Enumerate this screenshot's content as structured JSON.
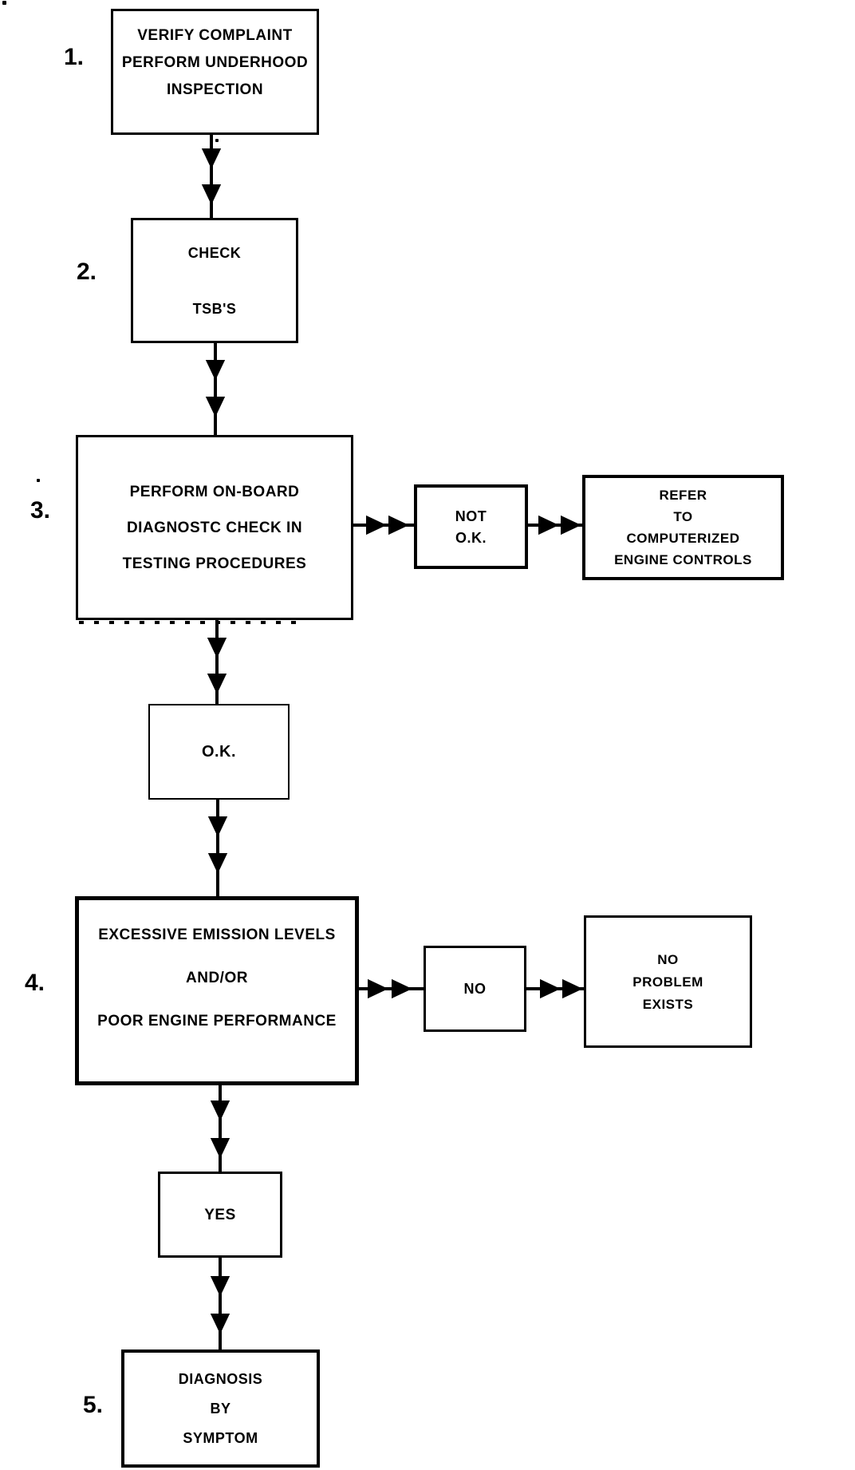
{
  "diagram": {
    "type": "flowchart",
    "description": "Engine diagnostic procedure flowchart",
    "background_color": "#ffffff",
    "ink_color": "#000000",
    "nodes": {
      "step1": {
        "number": "1.",
        "lines": [
          "VERIFY COMPLAINT",
          "PERFORM UNDERHOOD",
          "INSPECTION"
        ]
      },
      "step2": {
        "number": "2.",
        "lines": [
          "CHECK",
          "TSB'S"
        ]
      },
      "step3": {
        "number": "3.",
        "lines": [
          "PERFORM ON-BOARD",
          "DIAGNOSTC CHECK IN",
          "TESTING PROCEDURES"
        ]
      },
      "not_ok": {
        "lines": [
          "NOT",
          "O.K."
        ]
      },
      "refer": {
        "lines": [
          "REFER",
          "TO",
          "COMPUTERIZED",
          "ENGINE CONTROLS"
        ]
      },
      "ok": {
        "lines": [
          "O.K."
        ]
      },
      "step4": {
        "number": "4.",
        "lines": [
          "EXCESSIVE EMISSION LEVELS",
          "AND/OR",
          "POOR ENGINE PERFORMANCE"
        ]
      },
      "no": {
        "lines": [
          "NO"
        ]
      },
      "no_problem": {
        "lines": [
          "NO",
          "PROBLEM",
          "EXISTS"
        ]
      },
      "yes": {
        "lines": [
          "YES"
        ]
      },
      "step5": {
        "number": "5.",
        "lines": [
          "DIAGNOSIS",
          "BY",
          "SYMPTOM"
        ]
      }
    },
    "edges": [
      {
        "from": "step1",
        "to": "step2",
        "direction": "down",
        "arrowheads": 2
      },
      {
        "from": "step2",
        "to": "step3",
        "direction": "down",
        "arrowheads": 2
      },
      {
        "from": "step3",
        "to": "not_ok",
        "direction": "right",
        "arrowheads": 2
      },
      {
        "from": "not_ok",
        "to": "refer",
        "direction": "right",
        "arrowheads": 2
      },
      {
        "from": "step3",
        "to": "ok",
        "direction": "down",
        "arrowheads": 2
      },
      {
        "from": "ok",
        "to": "step4",
        "direction": "down",
        "arrowheads": 2
      },
      {
        "from": "step4",
        "to": "no",
        "direction": "right",
        "arrowheads": 2
      },
      {
        "from": "no",
        "to": "no_problem",
        "direction": "right",
        "arrowheads": 2
      },
      {
        "from": "step4",
        "to": "yes",
        "direction": "down",
        "arrowheads": 2
      },
      {
        "from": "yes",
        "to": "step5",
        "direction": "down",
        "arrowheads": 2
      }
    ]
  }
}
